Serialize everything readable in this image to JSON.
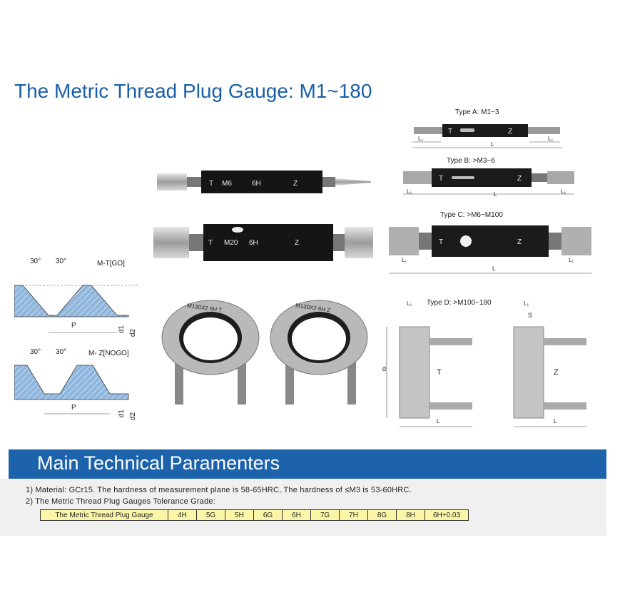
{
  "title": "The Metric Thread Plug Gauge: M1~180",
  "types": {
    "a": "Type A: M1~3",
    "b": "Type B: >M3~6",
    "c": "Type C: >M6~M100",
    "d": "Type D: >M100~180"
  },
  "gauges": {
    "small": {
      "t": "T",
      "size": "M6",
      "grade": "6H",
      "z": "Z"
    },
    "large": {
      "t": "T",
      "size": "M20",
      "grade": "6H",
      "z": "Z"
    }
  },
  "rings": {
    "left": "M130X2 6H T",
    "right": "M130X2 6H Z"
  },
  "profiles": {
    "go": {
      "angle_left": "30°",
      "angle_right": "30°",
      "label": "M-T[GO]",
      "pitch": "P",
      "d1": "d1",
      "d2": "d2"
    },
    "nogo": {
      "angle_left": "30°",
      "angle_right": "30°",
      "label": "M- Z[NOGO]",
      "pitch": "P",
      "d1": "d1",
      "d2": "d2"
    }
  },
  "dims": {
    "L": "L",
    "L1": "L₁",
    "d": "d",
    "S": "S",
    "T": "T",
    "Z": "Z"
  },
  "params": {
    "heading": "Main Technical Paramenters",
    "line1": "1) Material: GCr15. The hardness of measurement plane is 58-65HRC, The hardness of ≤M3 is 53-60HRC.",
    "line2": "2) The Metric Thread Plug Gauges Tolerance Grade:",
    "table_name": "The Metric Thread Plug Gauge",
    "grades": [
      "4H",
      "5G",
      "5H",
      "6G",
      "6H",
      "7G",
      "7H",
      "8G",
      "8H",
      "6H+0.03"
    ]
  },
  "colors": {
    "title": "#1a5fa8",
    "banner": "#1c63ab",
    "table_cell": "#fbf6a6"
  }
}
